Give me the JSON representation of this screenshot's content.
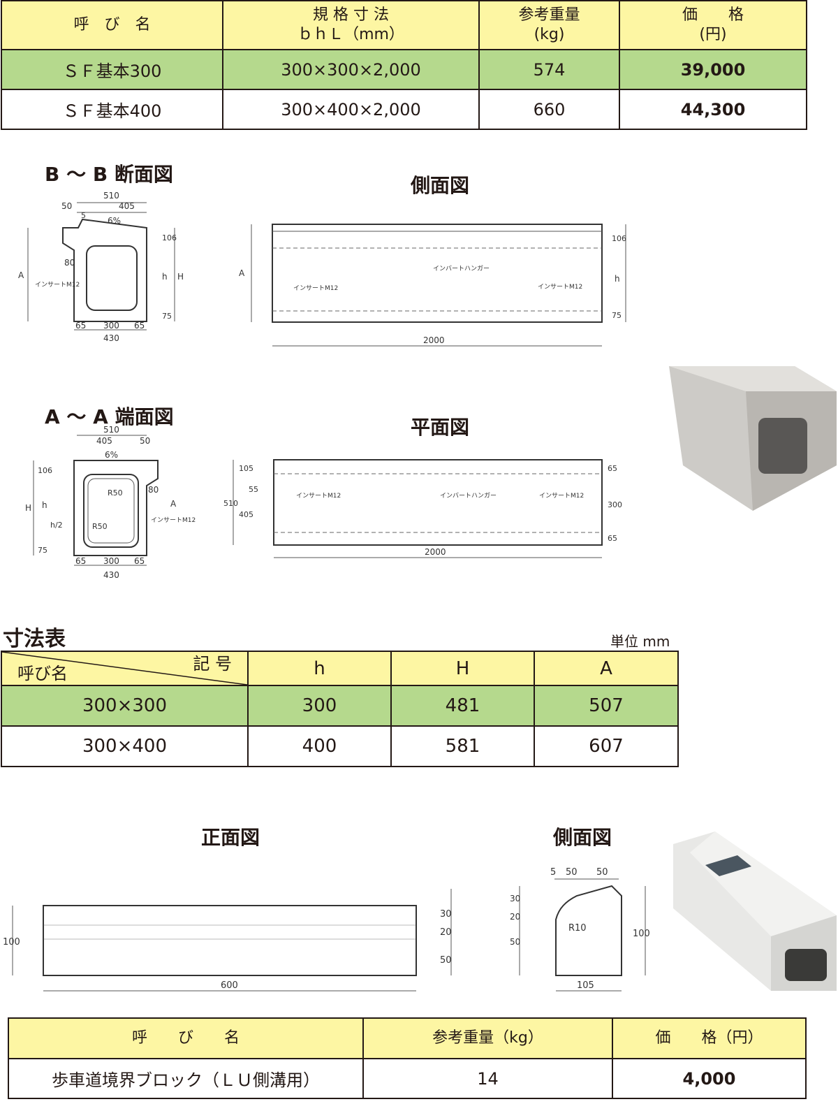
{
  "price_table": {
    "headers": {
      "name": "呼　び　名",
      "dims_line1": "規 格 寸 法",
      "dims_line2": "ｂｈＬ（mm）",
      "weight_line1": "参考重量",
      "weight_line2": "(kg)",
      "price_line1": "価　　格",
      "price_line2": "(円)"
    },
    "rows": [
      {
        "name": "ＳＦ基本300",
        "dims": "300×300×2,000",
        "weight": "574",
        "price": "39,000"
      },
      {
        "name": "ＳＦ基本400",
        "dims": "300×400×2,000",
        "weight": "660",
        "price": "44,300"
      }
    ]
  },
  "drawings": {
    "bb_section": "B ～ B 断面図",
    "side_view": "側面図",
    "aa_end": "A ～ A 端面図",
    "plan_view": "平面図",
    "labels": {
      "w510": "510",
      "w405": "405",
      "w430": "430",
      "w300": "300",
      "w65": "65",
      "w50": "50",
      "w5": "5",
      "w80": "80",
      "w106": "106",
      "w75": "75",
      "slope": "6%",
      "len2000": "2000",
      "insert_m12": "インサートM12",
      "invert_hanger": "インバートハンガー",
      "r50": "R50",
      "h_half": "h/2",
      "h": "h",
      "H": "H",
      "A": "A",
      "w105": "105",
      "w55": "55"
    }
  },
  "dim_table": {
    "title": "寸法表",
    "unit": "単位 mm",
    "corner_top": "記 号",
    "corner_bottom": "呼び名",
    "headers": [
      "h",
      "H",
      "A"
    ],
    "rows": [
      {
        "name": "300×300",
        "h": "300",
        "H": "481",
        "A": "507"
      },
      {
        "name": "300×400",
        "h": "400",
        "H": "581",
        "A": "607"
      }
    ]
  },
  "block_drawings": {
    "front_view": "正面図",
    "side_view": "側面図",
    "labels": {
      "w600": "600",
      "h100": "100",
      "d30": "30",
      "d20": "20",
      "d50": "50",
      "d5": "5",
      "r10": "R10",
      "w105": "105"
    }
  },
  "block_table": {
    "headers": {
      "name": "呼　　び　　名",
      "weight": "参考重量（kg）",
      "price": "価　　格（円）"
    },
    "rows": [
      {
        "name": "歩車道境界ブロック（ＬＵ側溝用）",
        "weight": "14",
        "price": "4,000"
      }
    ]
  }
}
